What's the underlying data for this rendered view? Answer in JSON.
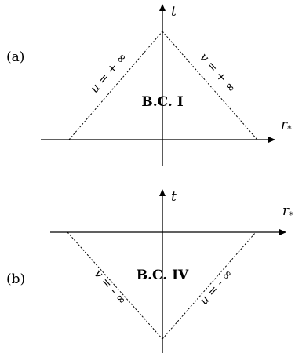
{
  "panels": [
    {
      "label": "(a)",
      "time_axis": "t",
      "space_axis": "r",
      "space_axis_subscript": "*",
      "region": "B.C. I",
      "left_boundary": "u = + ∞",
      "right_boundary": "v = + ∞"
    },
    {
      "label": "(b)",
      "time_axis": "t",
      "space_axis": "r",
      "space_axis_subscript": "*",
      "region": "B.C. IV",
      "left_boundary": "v = - ∞",
      "right_boundary": "u = - ∞"
    }
  ]
}
